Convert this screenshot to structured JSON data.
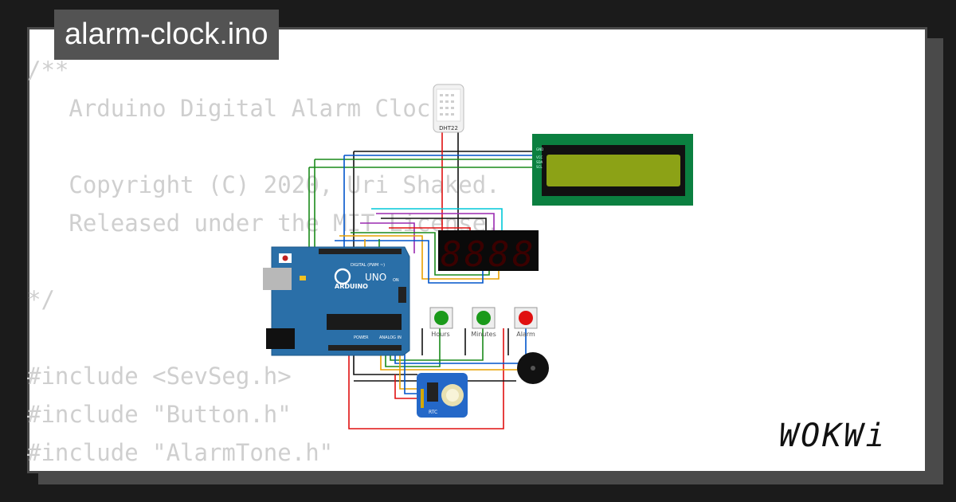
{
  "title": "alarm-clock.ino",
  "code_lines": [
    "/**",
    "   Arduino Digital Alarm Clock",
    "",
    "   Copyright (C) 2020, Uri Shaked.",
    "   Released under the MIT License.",
    "",
    "*/",
    "",
    "#include <SevSeg.h>",
    "#include \"Button.h\"",
    "#include \"AlarmTone.h\""
  ],
  "components": {
    "sensor_label": "DHT22",
    "board_brand": "ARDUINO",
    "board_model": "UNO",
    "board_digital_label": "DIGITAL (PWM ~)",
    "board_power_label": "POWER",
    "board_analog_label": "ANALOG IN",
    "board_on_label": "ON",
    "buttons": [
      {
        "label": "Hours",
        "color": "#1a9a1a"
      },
      {
        "label": "Minutes",
        "color": "#1a9a1a"
      },
      {
        "label": "Alarm",
        "color": "#e01010"
      }
    ],
    "rtc_label": "RTC",
    "lcd_pins": [
      "GND",
      "VCC",
      "SDA",
      "SCL"
    ],
    "display_digits": [
      "8",
      "8",
      "8",
      "8"
    ]
  },
  "brand": "WOKWi",
  "colors": {
    "background": "#1b1b1b",
    "frame_border": "#4a4a4a",
    "code_text": "#cfcfcf",
    "board": "#2a6fa8",
    "lcd_frame": "#0b8040",
    "lcd_screen": "#8ca216",
    "segment_off": "#3a0000"
  }
}
